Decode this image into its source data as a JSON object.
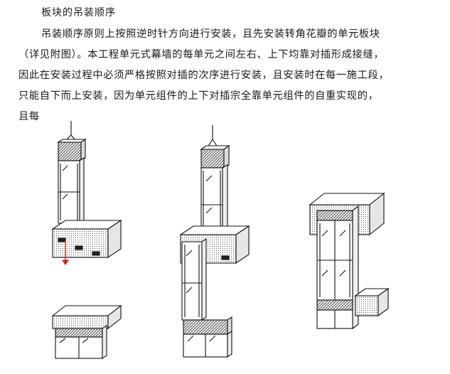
{
  "document": {
    "heading": "板块的吊装顺序",
    "paragraph_lines": [
      "吊装顺序原则上按照逆时针方向进行安装，且先安装转角花瓣的单元板块",
      "（详见附图）。本工程单元式幕墙的每单元之间左右、上下均靠对插形成接缝，",
      "因此在安装过程中必须严格按照对插的次序进行安装，且安装时在每一施工段，",
      "只能自下而上安装，因为单元组件的上下对插宗全靠单元组件的自重实现的，",
      "且每"
    ]
  },
  "figure": {
    "description_icon": "curtain-wall-installation-sequence-diagram",
    "colors": {
      "line": "#111111",
      "arrow": "#d42020",
      "hatch": "#333333"
    }
  }
}
